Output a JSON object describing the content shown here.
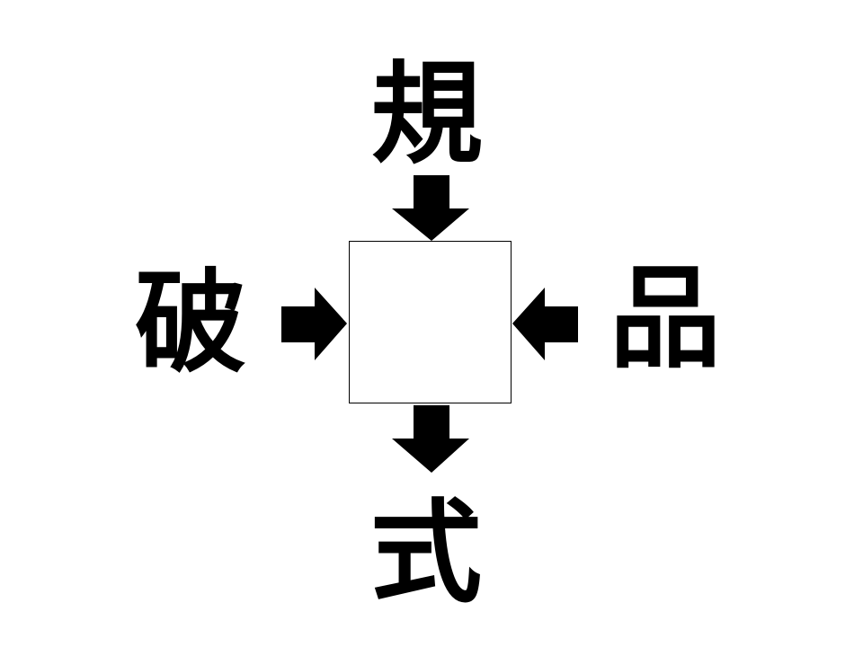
{
  "puzzle": {
    "top_char": "規",
    "left_char": "破",
    "right_char": "品",
    "bottom_char": "式",
    "answer": ""
  },
  "colors": {
    "ink": "#000000",
    "background": "#ffffff"
  }
}
